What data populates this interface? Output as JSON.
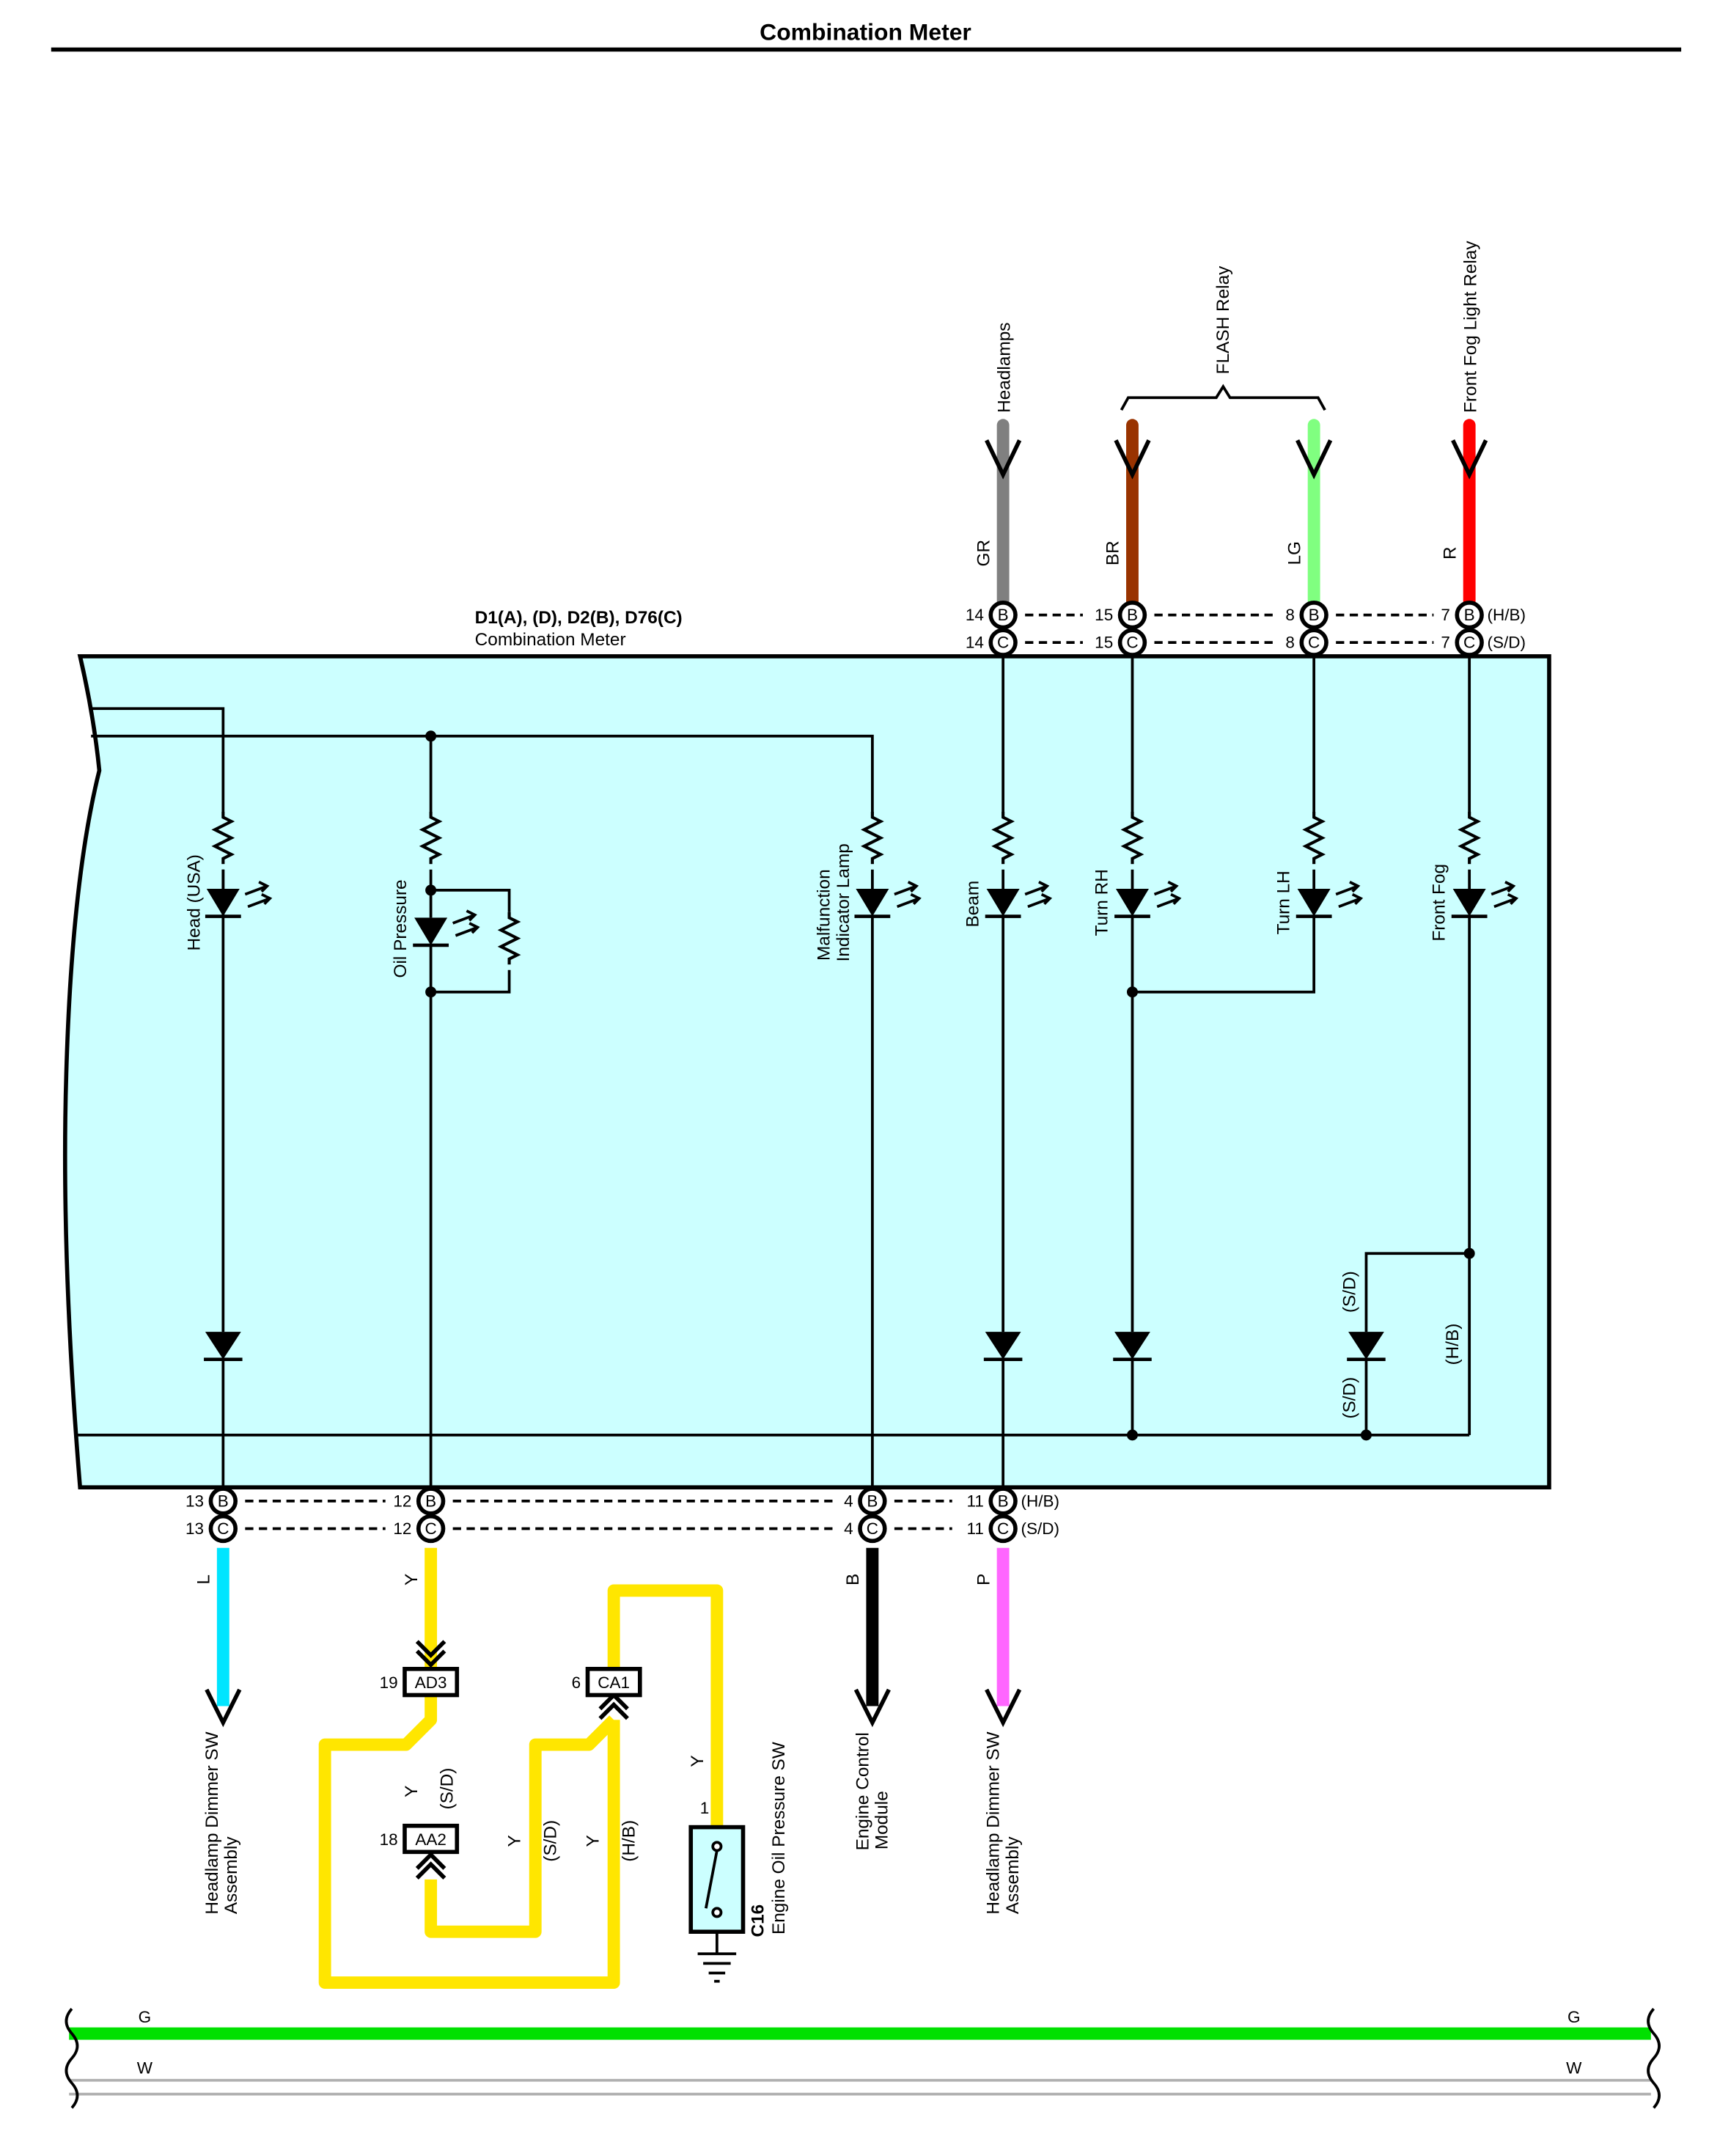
{
  "title": "Combination Meter",
  "meter": {
    "connector_ids": "D1(A), (D), D2(B), D76(C)",
    "name": "Combination Meter"
  },
  "top_terminals": [
    {
      "pin": "14",
      "wire": "GR",
      "dest": "Headlamps",
      "color": "#808080"
    },
    {
      "pin": "15",
      "wire": "BR",
      "dest": "",
      "color": "#993300"
    },
    {
      "pin": "8",
      "wire": "LG",
      "dest": "",
      "color": "#80ff80"
    },
    {
      "pin": "7",
      "wire": "R",
      "dest": "Front Fog Light Relay",
      "color": "#ff0000"
    }
  ],
  "flash_relay": "FLASH Relay",
  "variants": {
    "hb": "(H/B)",
    "sd": "(S/D)"
  },
  "terminal_letters": {
    "b": "B",
    "c": "C"
  },
  "indicators": {
    "head_usa": "Head (USA)",
    "oil_pressure": "Oil Pressure",
    "mil_line1": "Malfunction",
    "mil_line2": "Indicator Lamp",
    "beam": "Beam",
    "turn_rh": "Turn RH",
    "turn_lh": "Turn LH",
    "front_fog": "Front Fog"
  },
  "bottom_terminals": [
    {
      "pin": "13",
      "wire": "L",
      "color": "#00e5ff"
    },
    {
      "pin": "12",
      "wire": "Y",
      "color": "#ffe600"
    },
    {
      "pin": "4",
      "wire": "B",
      "color": "#000000"
    },
    {
      "pin": "11",
      "wire": "P",
      "color": "#ff66ff"
    }
  ],
  "destinations": {
    "dimmer_sw_line1": "Headlamp Dimmer SW",
    "dimmer_sw_line2": "Assembly",
    "ecm_line1": "Engine Control",
    "ecm_line2": "Module"
  },
  "connectors": {
    "ad3": {
      "id": "AD3",
      "pin": "19"
    },
    "aa2": {
      "id": "AA2",
      "pin": "18"
    },
    "ca1": {
      "id": "CA1",
      "pin": "6"
    }
  },
  "yellow_wire": "Y",
  "oil_switch": {
    "id": "C16",
    "name": "Engine Oil Pressure SW",
    "pin": "1"
  },
  "bus": {
    "top_wire": "G",
    "bottom_wire": "W",
    "top_color": "#00e000"
  }
}
